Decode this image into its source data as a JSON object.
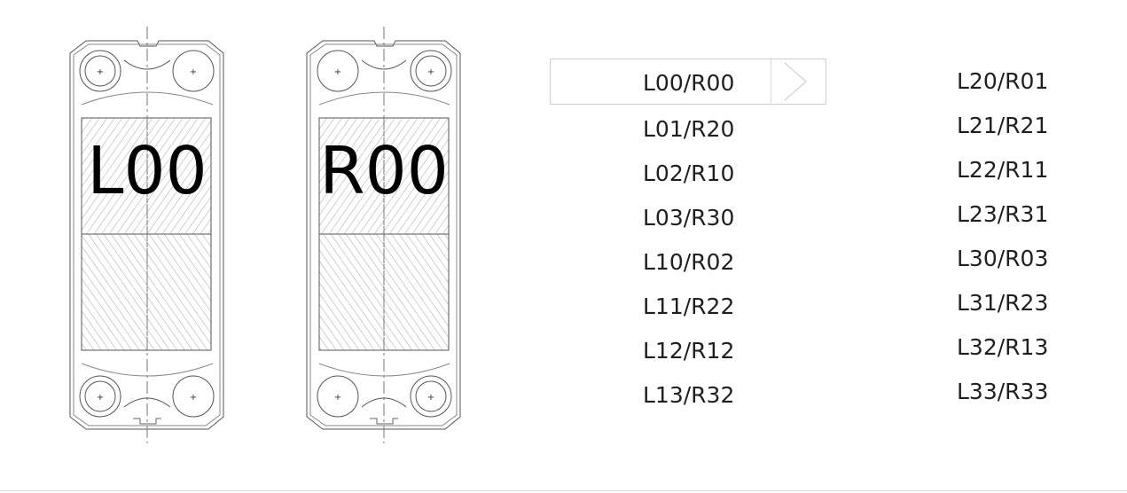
{
  "plates": {
    "left_label": "L00",
    "right_label": "R00"
  },
  "options": {
    "selected": "L00/R00",
    "column1": [
      "L00/R00",
      "L01/R20",
      "L02/R10",
      "L03/R30",
      "L10/R02",
      "L11/R22",
      "L12/R12",
      "L13/R32"
    ],
    "column2": [
      "L20/R01",
      "L21/R21",
      "L22/R11",
      "L23/R31",
      "L30/R03",
      "L31/R23",
      "L32/R13",
      "L33/R33"
    ]
  },
  "colors": {
    "line": "#555555",
    "hatch": "#9a9a9a",
    "selection_border": "#cfcfcf"
  }
}
